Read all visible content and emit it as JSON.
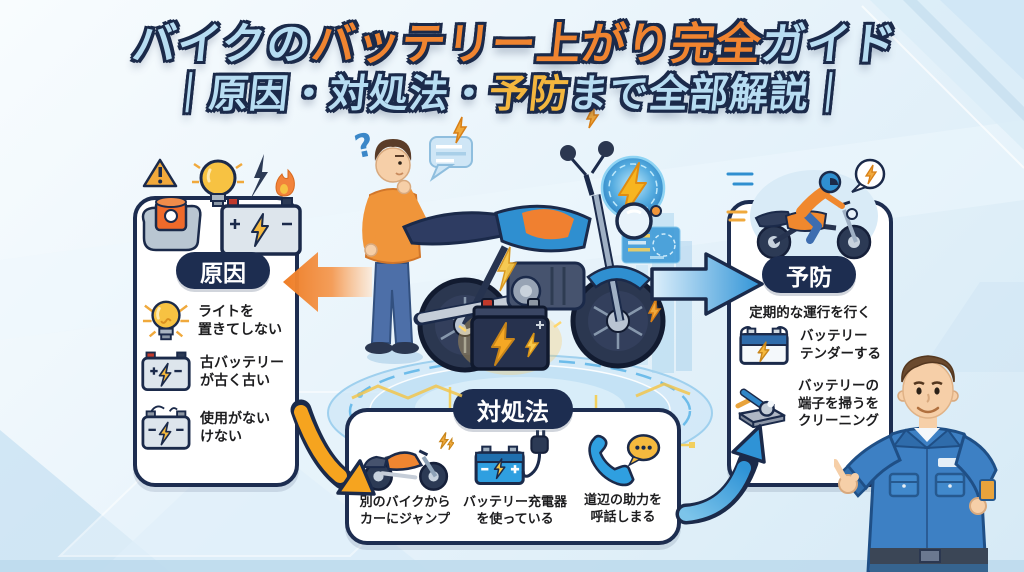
{
  "title": {
    "line1_blue": "バイクの",
    "line1_orange": "バッテリー上がり完全",
    "line1_blue2": "ガイド",
    "line2_blue": "｜原因・対処法・",
    "line2_gold": "予防",
    "line2_blue2": "まで全部解説｜"
  },
  "causes_panel": {
    "badge": "原因",
    "items": [
      {
        "icon": "lightbulb-icon",
        "text": "ライトを\n置きてしない"
      },
      {
        "icon": "old-battery-icon",
        "text": "古バッテリー\nが古く古い"
      },
      {
        "icon": "dead-battery-icon",
        "text": "使用がない\nけない"
      }
    ]
  },
  "prevention_panel": {
    "badge": "予防",
    "intro": "定期的な運行を行く",
    "items": [
      {
        "icon": "battery-tender-icon",
        "text": "バッテリー\nテンダーする"
      },
      {
        "icon": "terminal-cleaning-icon",
        "text": "バッテリーの\n端子を掃うを\nクリーニング"
      }
    ]
  },
  "solutions_panel": {
    "badge": "対処法",
    "items": [
      {
        "icon": "jump-start-motorcycle-icon",
        "text": "別のバイクから\nカーにジャンプ"
      },
      {
        "icon": "battery-charger-plug-icon",
        "text": "バッテリー充電器\nを使っている"
      },
      {
        "icon": "phone-call-icon",
        "text": "道辺の助力を\n呼話しまる"
      }
    ]
  },
  "center_scene": {
    "question_mark": "?",
    "plus_mark": "+",
    "illustrations": [
      "thinking-person",
      "motorcycle",
      "dead-battery",
      "lightning-emblem",
      "chat-bubble",
      "tech-platform"
    ]
  },
  "mechanic": {
    "illustration": "mechanic-pointing"
  },
  "colors": {
    "navy": "#1b2a4a",
    "panel_border": "#1d2d50",
    "title_blue": "#b7ddf2",
    "title_orange": "#f08430",
    "title_gold": "#f3b63e",
    "arrow_orange": "#ee7a20",
    "arrow_blue": "#2f93d6",
    "arrow_yellow": "#f6a41f",
    "background": "#e9f4fb"
  }
}
